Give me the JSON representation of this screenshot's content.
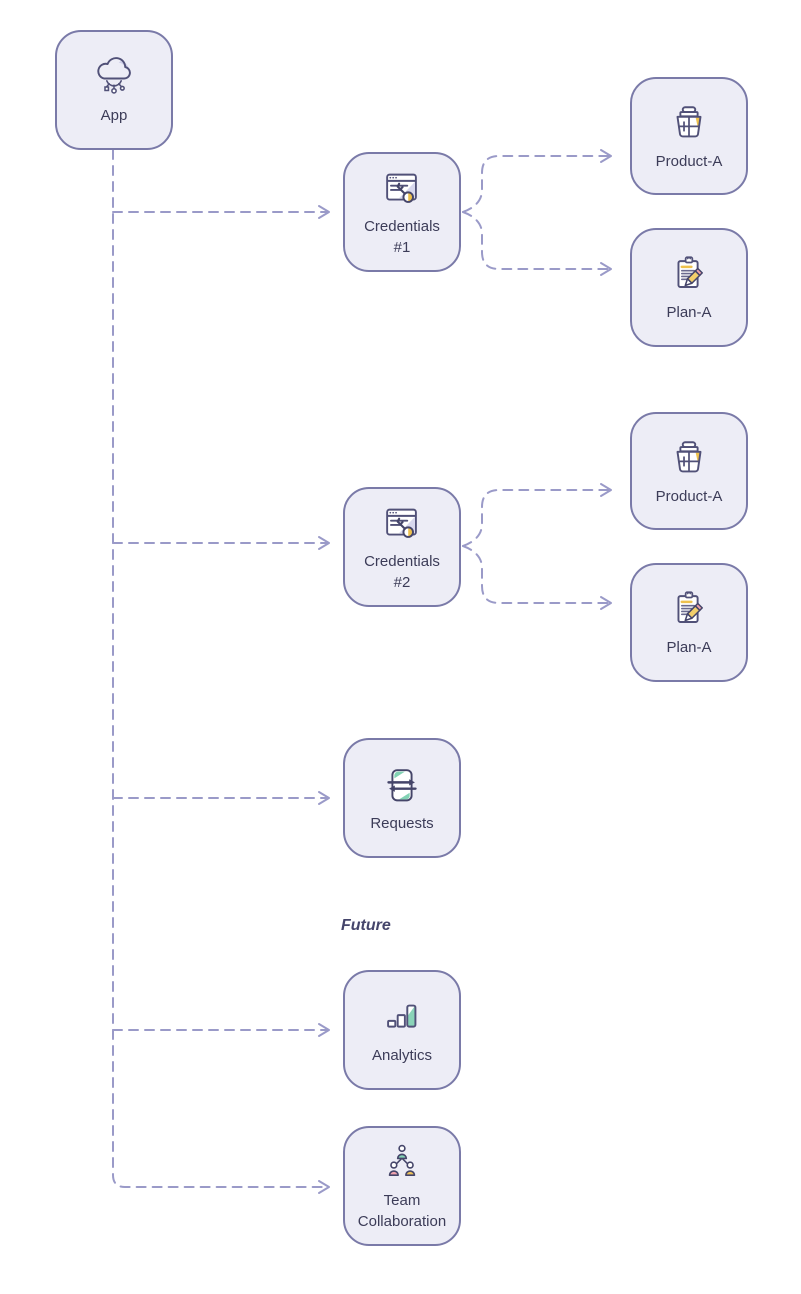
{
  "diagram": {
    "section_label": "Future",
    "nodes": {
      "app": {
        "label": "App",
        "icon": "cloud-circuit-icon"
      },
      "credentials_1": {
        "label": "Credentials\n#1",
        "icon": "browser-key-icon"
      },
      "product_a_1": {
        "label": "Product-A",
        "icon": "product-basket-icon"
      },
      "plan_a_1": {
        "label": "Plan-A",
        "icon": "clipboard-pencil-icon"
      },
      "credentials_2": {
        "label": "Credentials\n#2",
        "icon": "browser-key-icon"
      },
      "product_a_2": {
        "label": "Product-A",
        "icon": "product-basket-icon"
      },
      "plan_a_2": {
        "label": "Plan-A",
        "icon": "clipboard-pencil-icon"
      },
      "requests": {
        "label": "Requests",
        "icon": "sync-requests-icon"
      },
      "analytics": {
        "label": "Analytics",
        "icon": "bar-chart-icon"
      },
      "team_collaboration": {
        "label": "Team\nCollaboration",
        "icon": "team-people-icon"
      }
    },
    "edges": [
      {
        "from": "App",
        "to": "Credentials #1"
      },
      {
        "from": "App",
        "to": "Credentials #2"
      },
      {
        "from": "App",
        "to": "Requests"
      },
      {
        "from": "App",
        "to": "Analytics"
      },
      {
        "from": "App",
        "to": "Team Collaboration"
      },
      {
        "from": "Credentials #1",
        "to": "Product-A"
      },
      {
        "from": "Credentials #1",
        "to": "Plan-A"
      },
      {
        "from": "Credentials #2",
        "to": "Product-A"
      },
      {
        "from": "Credentials #2",
        "to": "Plan-A"
      }
    ],
    "colors": {
      "box_fill": "#ededf6",
      "box_border": "#7a7aa8",
      "label_text": "#3c3c58",
      "connector": "#9a9ac8",
      "icon_outline": "#515178",
      "accent_yellow": "#eec14d",
      "accent_teal": "#82d2b4",
      "accent_pink": "#f0a3ae",
      "accent_shade": "#cfcfe9"
    }
  }
}
